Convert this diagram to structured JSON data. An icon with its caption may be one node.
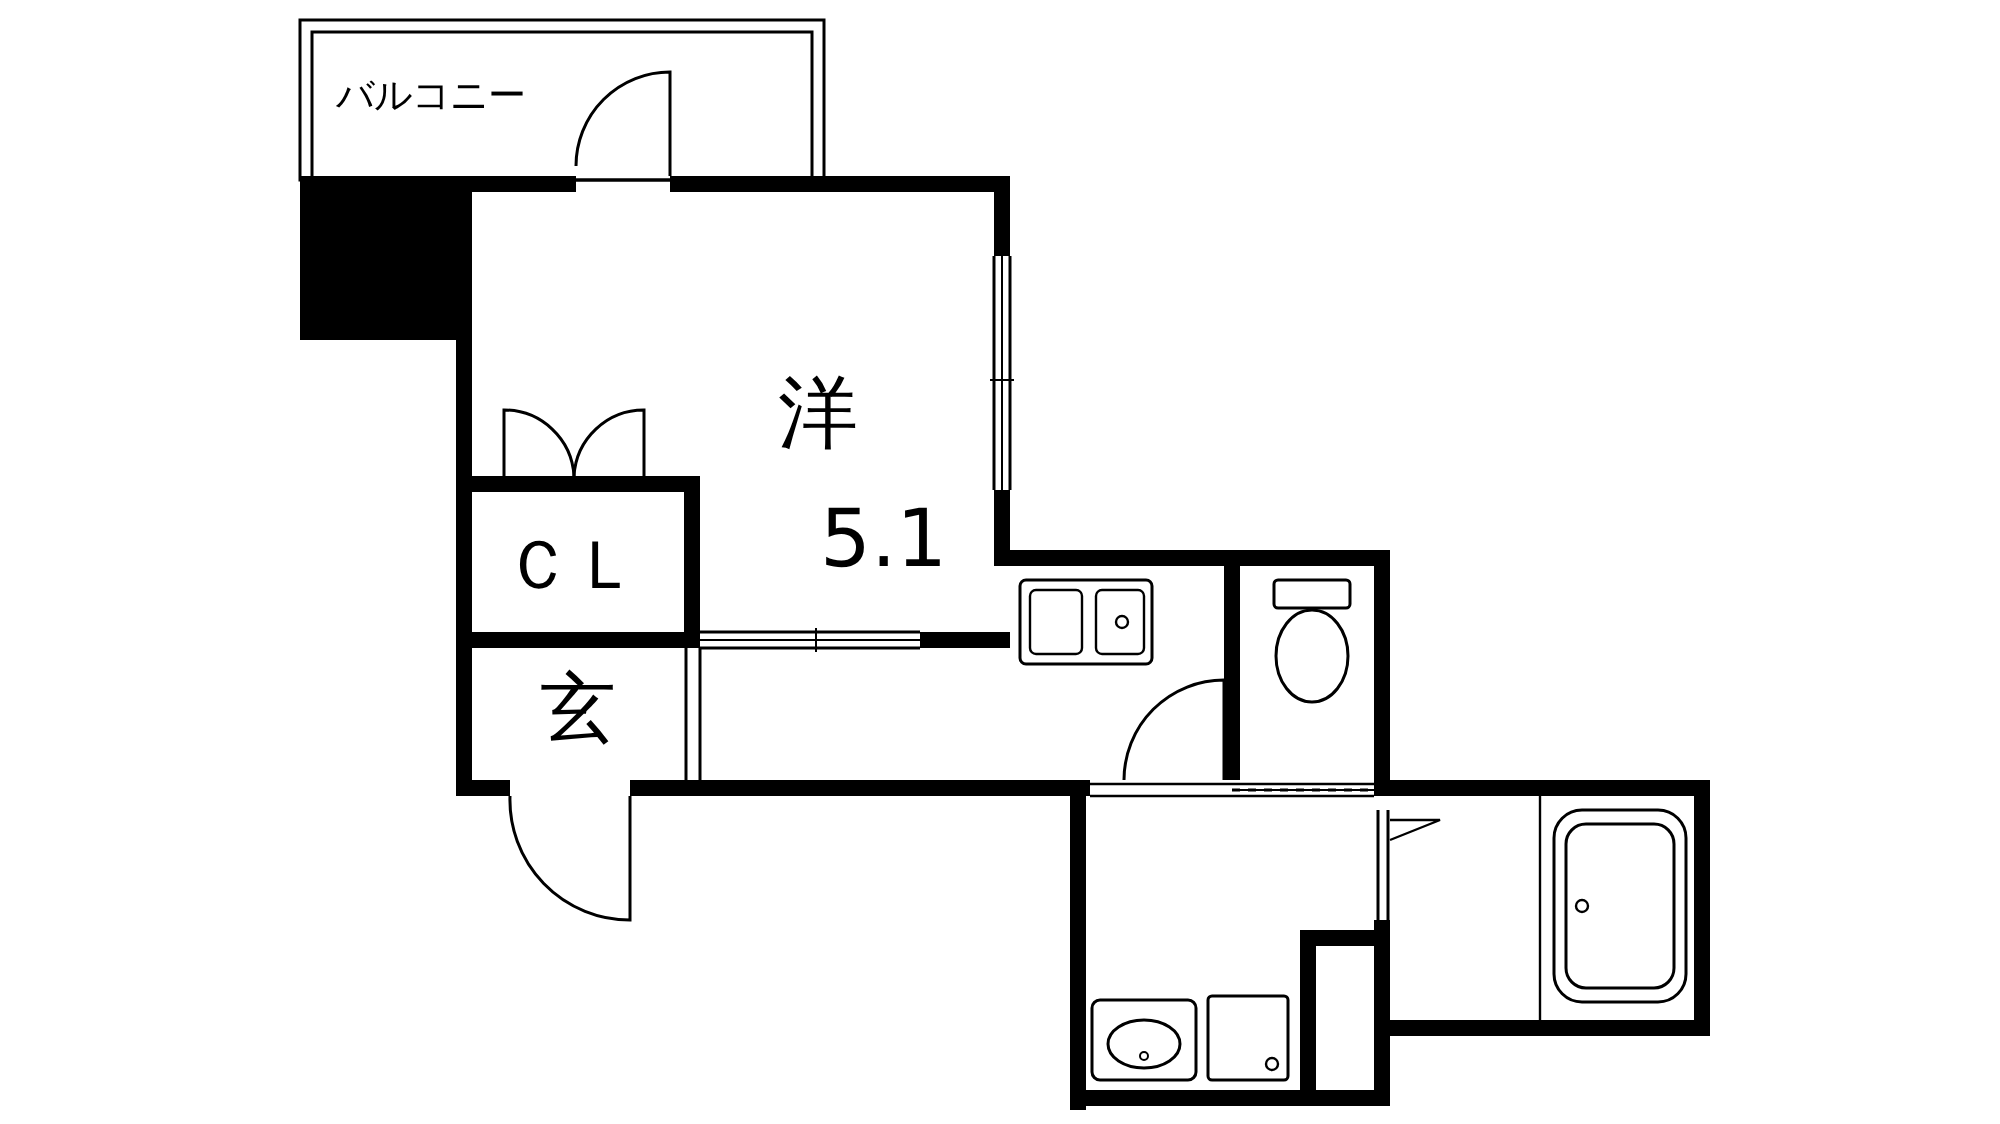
{
  "diagram": {
    "labels": [
      "バルコニー",
      "洋",
      "5.1",
      "ＣＬ",
      "玄"
    ]
  }
}
